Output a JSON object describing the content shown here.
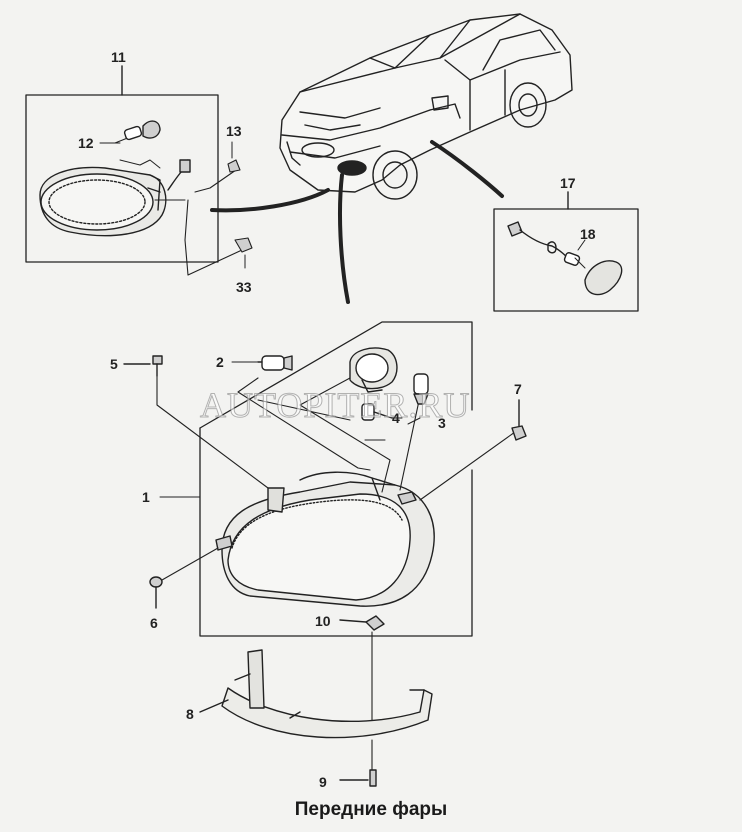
{
  "title": "Передние фары",
  "watermark": "AUTOPITER.RU",
  "callouts": {
    "c1": "1",
    "c2": "2",
    "c3": "3",
    "c4": "4",
    "c5": "5",
    "c6": "6",
    "c7": "7",
    "c8": "8",
    "c9": "9",
    "c10": "10",
    "c11": "11",
    "c12": "12",
    "c13": "13",
    "c17": "17",
    "c18": "18",
    "c33": "33"
  }
}
